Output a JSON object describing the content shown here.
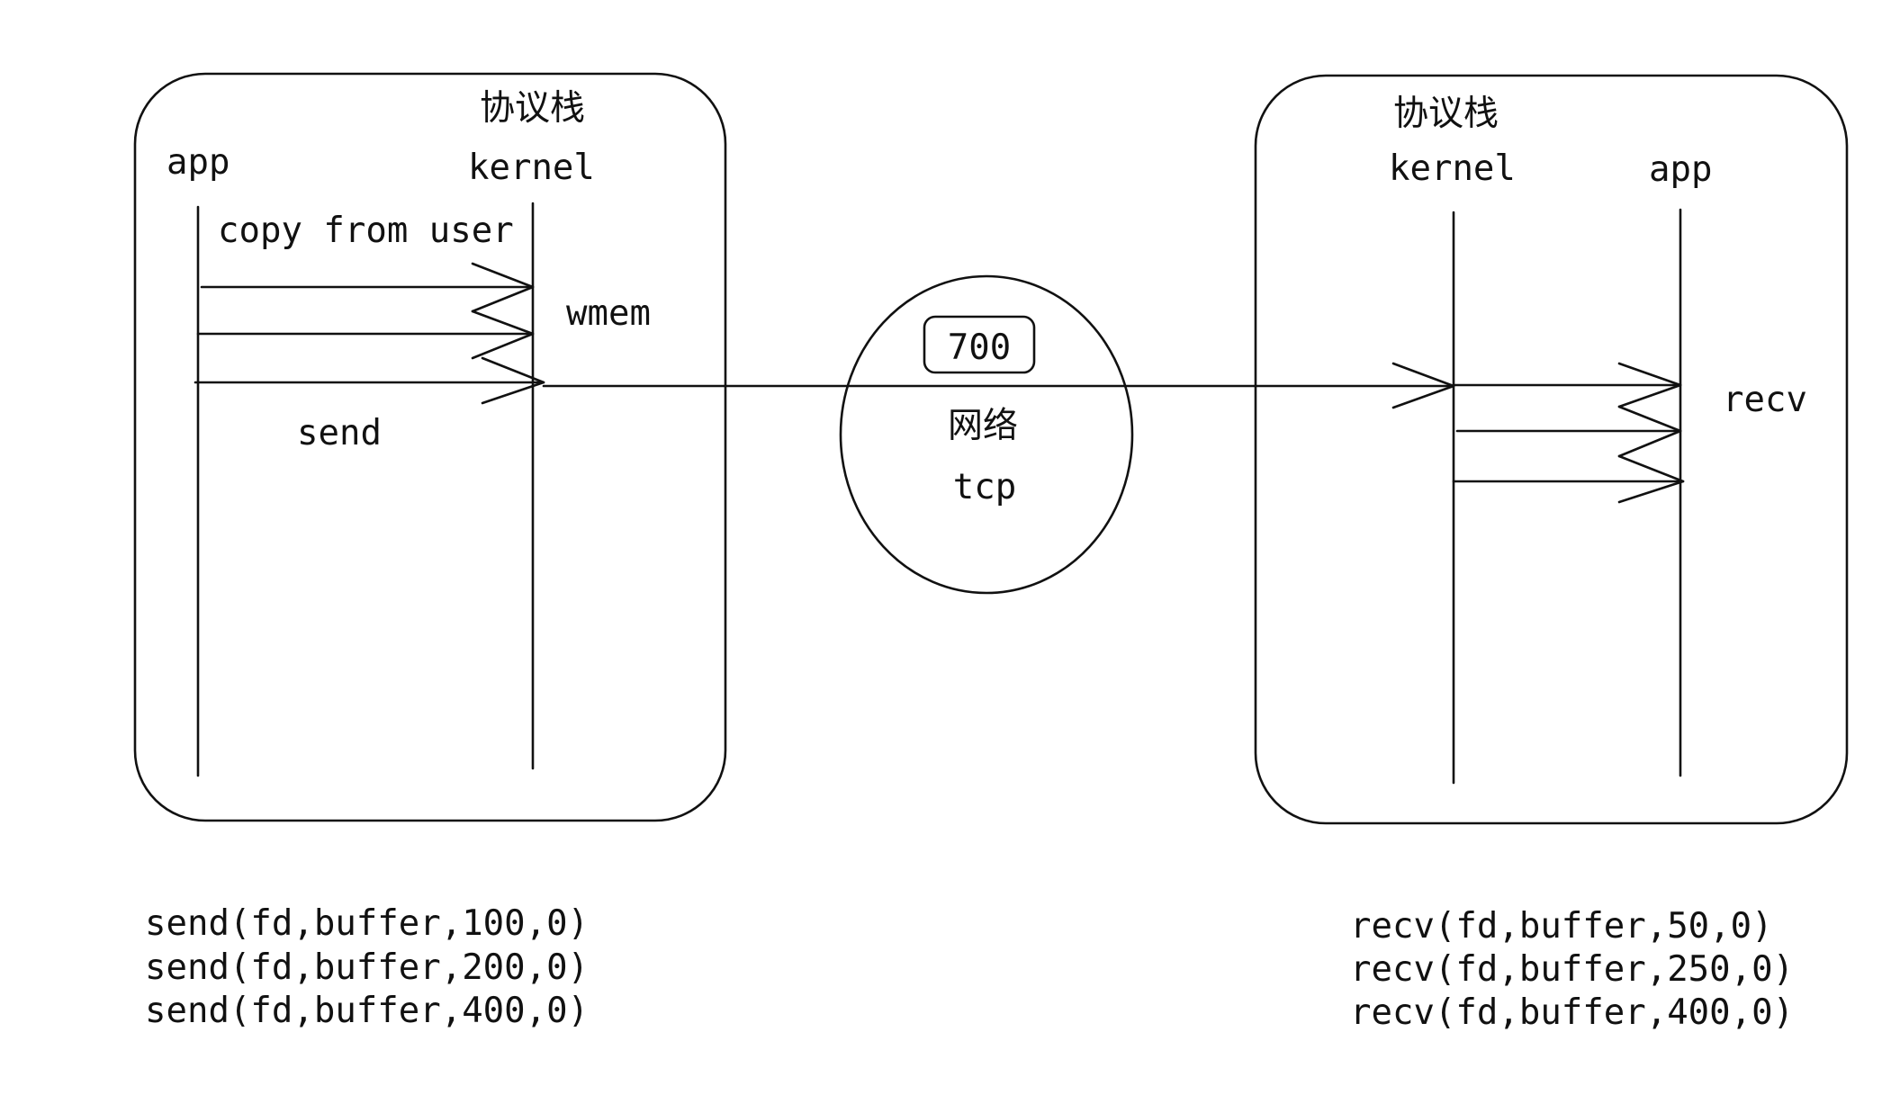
{
  "sender": {
    "stack_label": "协议栈",
    "app_label": "app",
    "kernel_label": "kernel",
    "copy_label": "copy from user",
    "buffer_label": "wmem",
    "action_label": "send",
    "calls": [
      "send(fd,buffer,100,0)",
      "send(fd,buffer,200,0)",
      "send(fd,buffer,400,0)"
    ]
  },
  "network": {
    "count": "700",
    "label": "网络",
    "protocol": "tcp"
  },
  "receiver": {
    "stack_label": "协议栈",
    "kernel_label": "kernel",
    "app_label": "app",
    "action_label": "recv",
    "calls": [
      "recv(fd,buffer,50,0)",
      "recv(fd,buffer,250,0)",
      "recv(fd,buffer,400,0)"
    ]
  }
}
